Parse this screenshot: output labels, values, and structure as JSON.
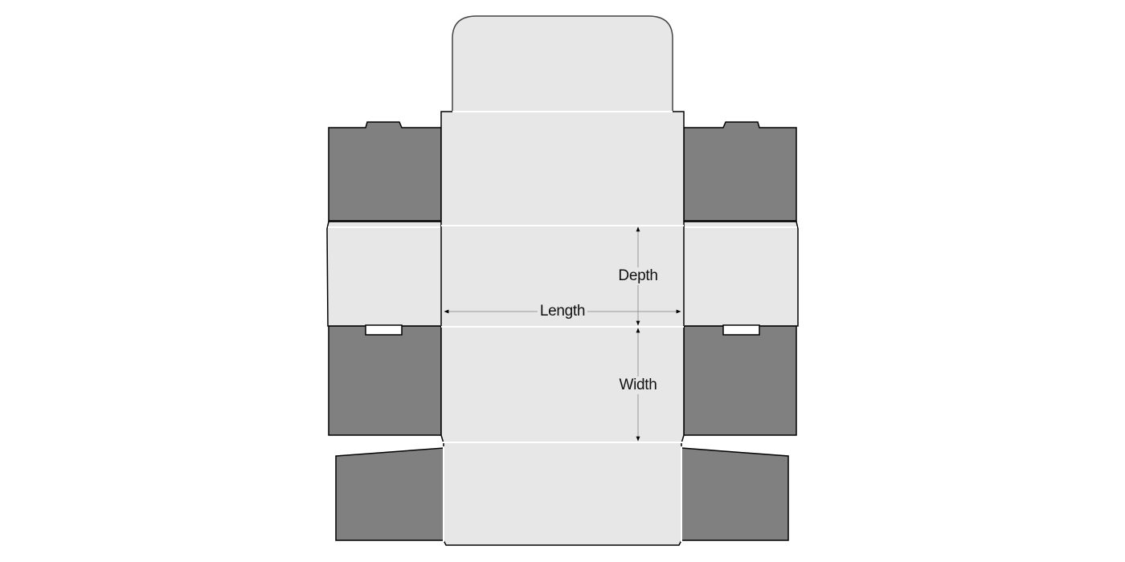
{
  "diagram": {
    "type": "box-dieline",
    "description": "Flat unfolded packaging template for a tuck-top mailer box",
    "colors": {
      "panel_fill": "#e7e7e7",
      "flap_fill": "#808080",
      "cut_line": "#000000",
      "fold_line": "#ffffff",
      "dimension_line": "#999999",
      "background": "#ffffff"
    },
    "dimensions": {
      "length": {
        "label": "Length",
        "axis": "horizontal"
      },
      "depth": {
        "label": "Depth",
        "axis": "vertical"
      },
      "width": {
        "label": "Width",
        "axis": "vertical"
      }
    },
    "panels": [
      {
        "name": "tuck-flap",
        "position": "top",
        "shape": "rounded-top"
      },
      {
        "name": "lid-panel",
        "position": "upper-center"
      },
      {
        "name": "front-wall",
        "position": "center"
      },
      {
        "name": "base-panel",
        "position": "lower-center"
      },
      {
        "name": "back-wall",
        "position": "bottom-center"
      },
      {
        "name": "side-wall-left",
        "position": "center-left"
      },
      {
        "name": "side-wall-right",
        "position": "center-right"
      }
    ],
    "flaps": [
      {
        "name": "dust-flap-upper-left",
        "color": "dark"
      },
      {
        "name": "dust-flap-upper-right",
        "color": "dark"
      },
      {
        "name": "dust-flap-lower-left",
        "color": "dark"
      },
      {
        "name": "dust-flap-lower-right",
        "color": "dark"
      },
      {
        "name": "bottom-flap-left",
        "color": "dark"
      },
      {
        "name": "bottom-flap-right",
        "color": "dark"
      }
    ],
    "slots": [
      {
        "name": "lock-slot-left"
      },
      {
        "name": "lock-slot-right"
      }
    ]
  }
}
